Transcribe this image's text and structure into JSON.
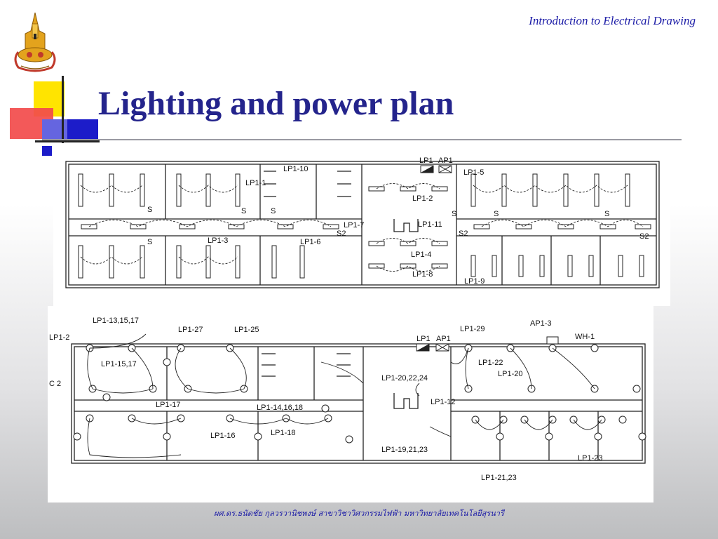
{
  "header": {
    "course_title": "Introduction to Electrical Drawing"
  },
  "slide": {
    "title": "Lighting and power plan"
  },
  "footer": {
    "text": "ผศ.ดร.ธนัดชัย กุลวรวานิชพงษ์ สาขาวิชาวิศวกรรมไฟฟ้า มหาวิทยาลัยเทคโนโลยีสุรนารี"
  },
  "logo": {
    "name": "university-seal",
    "colors": {
      "gold": "#e3a31d",
      "red": "#c0392b"
    }
  },
  "decoration": {
    "colors": {
      "yellow": "#ffe400",
      "red": "#f24b4b",
      "blue": "#1c1cc9"
    }
  },
  "lighting_plan": {
    "panel_labels": [
      "LP1",
      "AP1"
    ],
    "circuit_labels": [
      "LP1-10",
      "LP1-1",
      "LP1-5",
      "LP1-2",
      "LP1-7",
      "LP1-11",
      "LP1-3",
      "LP1-6",
      "LP1-4",
      "LP1-8",
      "LP1-9"
    ],
    "switch_labels": [
      "S",
      "S2"
    ]
  },
  "power_plan": {
    "panel_labels": [
      "LP1",
      "AP1"
    ],
    "circuit_labels": [
      "LP1-13,15,17",
      "LP1-27",
      "LP1-25",
      "LP1-29",
      "AP1-3",
      "WH-1",
      "LP1-2",
      "LP1-15,17",
      "LP1-22",
      "LP1-20,22,24",
      "LP1-20",
      "C 2",
      "LP1-17",
      "LP1-14,16,18",
      "LP1-12",
      "LP1-16",
      "LP1-18",
      "LP1-19,21,23",
      "LP1-23",
      "LP1-21,23"
    ]
  }
}
